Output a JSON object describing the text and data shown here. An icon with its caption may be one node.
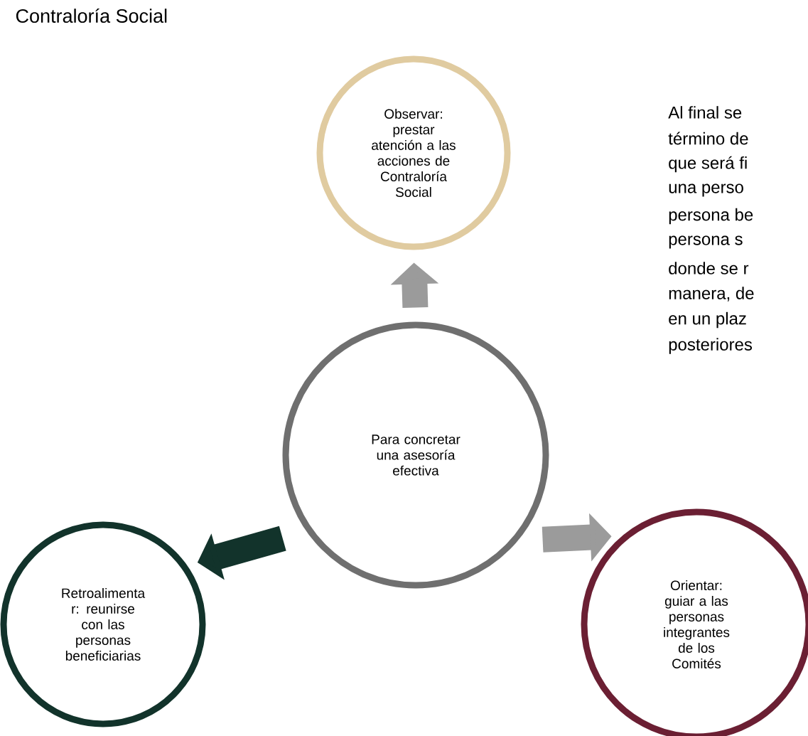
{
  "diagram": {
    "title": "Contraloría Social",
    "nodes": [
      {
        "text": [
          "Para concretar una asesoría efectiva"
        ]
      },
      {
        "text": [
          "Observar: prestar atención a las acciones de Contraloría Social"
        ]
      },
      {
        "text": [
          "Orientar: guiar a las personas integrantes de los Comités"
        ]
      },
      {
        "text": [
          "Retroalimenta r: reunirse con las personas beneficiarias"
        ]
      }
    ],
    "edges": [
      {
        "from": 0,
        "to": 1,
        "arrow": "to"
      },
      {
        "from": 0,
        "to": 2,
        "arrow": "to"
      },
      {
        "from": 0,
        "to": 3,
        "arrow": "to",
        "color": "#12332b"
      }
    ],
    "labels": [
      "Al final se",
      "término de",
      "que será fi",
      "una perso",
      "persona be",
      "persona s",
      "donde se r",
      "manera, de",
      "en un plaz",
      "posteriores"
    ]
  }
}
